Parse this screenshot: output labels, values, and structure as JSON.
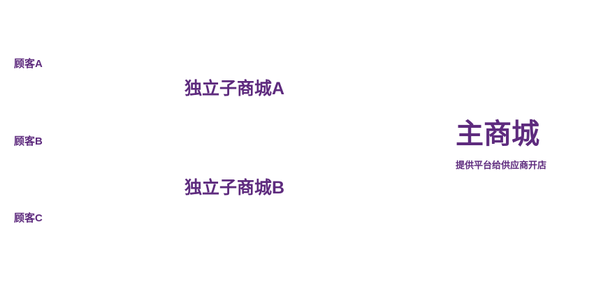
{
  "diagram": {
    "accent_color": "#5e2b7e",
    "customers": [
      {
        "label": "顾客A"
      },
      {
        "label": "顾客B"
      },
      {
        "label": "顾客C"
      }
    ],
    "submalls": [
      {
        "label": "独立子商城A"
      },
      {
        "label": "独立子商城B"
      }
    ],
    "main_mall": {
      "title": "主商城",
      "subtitle": "提供平台给供应商开店"
    }
  }
}
